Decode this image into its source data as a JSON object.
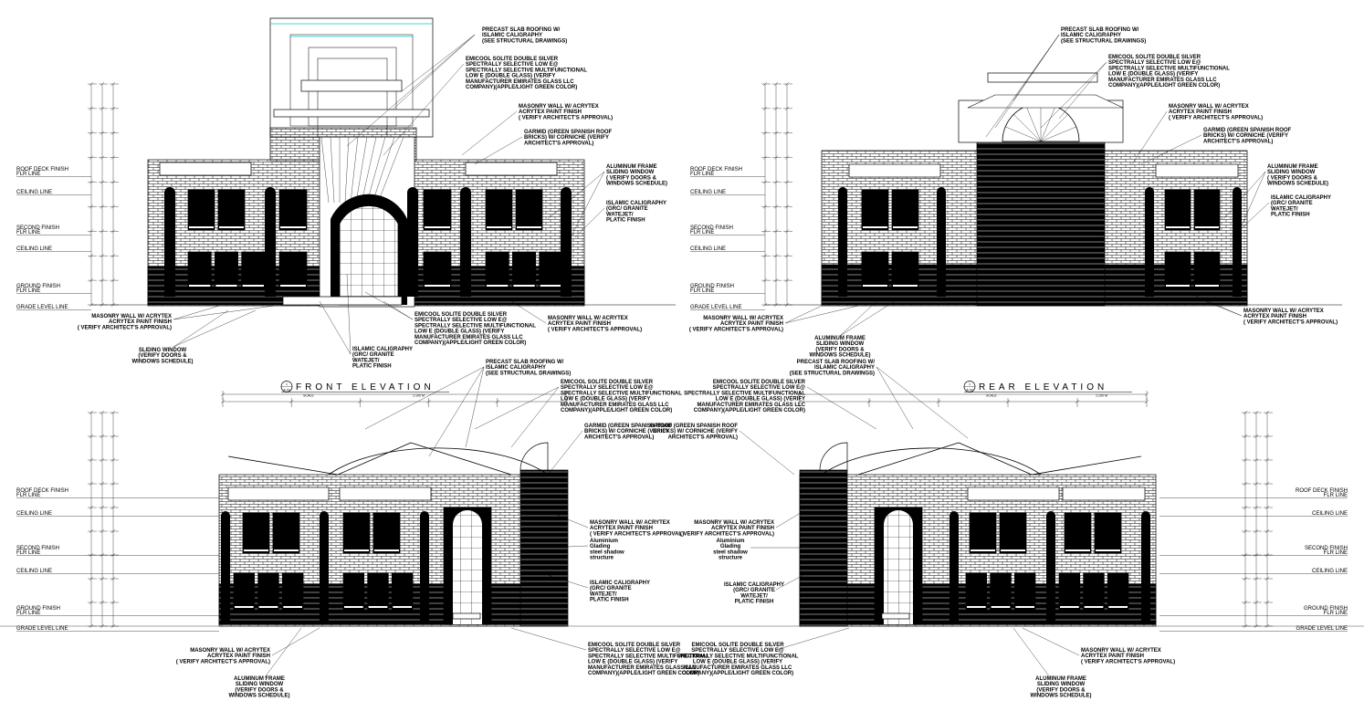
{
  "drawing": {
    "line_color": "#000000",
    "accent_color": "#00c8d8",
    "level_labels": {
      "roof_deck": [
        "ROOF DECK FINISH",
        "FLR LINE"
      ],
      "ceiling": "CEILING LINE",
      "second": [
        "SECOND FINISH",
        "FLR LINE"
      ],
      "ground": [
        "GROUND FINISH",
        "FLR LINE"
      ],
      "grade": "GRADE LEVEL LINE"
    },
    "views": [
      {
        "id": "front-elevation",
        "title": "FRONT ELEVATION",
        "callout": "1",
        "callout_ref": "A-03",
        "scale": "SCALE",
        "scale_value": "1:100 M",
        "annotations": [
          {
            "id": "precast",
            "lines": [
              "PRECAST SLAB ROOFING W/",
              "ISLAMIC CALIGRAPHY",
              "(SEE STRUCTURAL DRAWINGS)"
            ]
          },
          {
            "id": "emicool",
            "lines": [
              "EMICOOL SOLITE DOUBLE SILVER",
              "SPECTRALLY SELECTIVE LOW E@",
              "SPECTRALLY SELECTIVE MULTIFUNCTIONAL",
              "LOW E (DOUBLE GLASS) (VERIFY",
              "MANUFACTURER EMIRATES GLASS LLC",
              "COMPANY)(APPLE/LIGHT GREEN COLOR)"
            ]
          },
          {
            "id": "masonry-top",
            "lines": [
              "MASONRY WALL W/ ACRYTEX",
              "ACRYTEX PAINT FINISH",
              "( VERIFY ARCHITECT'S APPROVAL)"
            ]
          },
          {
            "id": "garmid",
            "lines": [
              "GARMID (GREEN SPANISH ROOF",
              "BRICKS) W/ CORNICHE (VERIFY",
              "ARCHITECT'S APPROVAL)"
            ]
          },
          {
            "id": "aluminum",
            "lines": [
              "ALUMINUM FRAME",
              "SLIDING WINDOW",
              "( VERIFY DOORS &",
              "WINDOWS SCHEDULE)"
            ]
          },
          {
            "id": "caligraphy",
            "lines": [
              "ISLAMIC CALIGRAPHY",
              "(GRC/ GRANITE",
              "WATEJET/",
              "PLATIC FINISH"
            ]
          },
          {
            "id": "masonry-left",
            "lines": [
              "MASONRY WALL W/ ACRYTEX",
              "ACRYTEX PAINT FINISH",
              "( VERIFY ARCHITECT'S APPROVAL)"
            ]
          },
          {
            "id": "sliding",
            "lines": [
              "SLIDING WINDOW",
              "(VERIFY DOORS &",
              "WINDOWS SCHEDULE)"
            ]
          },
          {
            "id": "caligraphy-bottom",
            "lines": [
              "ISLAMIC CALIGRAPHY",
              "(GRC/ GRANITE",
              "WATEJET/",
              "PLATIC FINISH"
            ]
          },
          {
            "id": "emicool-bottom",
            "lines": [
              "EMICOOL SOLITE DOUBLE SILVER",
              "SPECTRALLY SELECTIVE LOW E@",
              "SPECTRALLY SELECTIVE MULTIFUNCTIONAL",
              "LOW E (DOUBLE GLASS) (VERIFY",
              "MANUFACTURER EMIRATES GLASS LLC",
              "COMPANY)(APPLE/LIGHT GREEN COLOR)"
            ]
          },
          {
            "id": "masonry-bottom",
            "lines": [
              "MASONRY WALL W/ ACRYTEX",
              "ACRYTEX PAINT FINISH",
              "( VERIFY ARCHITECT'S APPROVAL)"
            ]
          }
        ]
      },
      {
        "id": "rear-elevation",
        "title": "REAR ELEVATION",
        "callout": "1",
        "callout_ref": "A-03",
        "scale": "SCALE",
        "scale_value": "1:100 M",
        "annotations": [
          {
            "id": "precast",
            "lines": [
              "PRECAST SLAB ROOFING W/",
              "ISLAMIC CALIGRAPHY",
              "(SEE STRUCTURAL DRAWINGS)"
            ]
          },
          {
            "id": "emicool",
            "lines": [
              "EMICOOL SOLITE DOUBLE SILVER",
              "SPECTRALLY SELECTIVE LOW E@",
              "SPECTRALLY SELECTIVE MULTIFUNCTIONAL",
              "LOW E (DOUBLE GLASS) (VERIFY",
              "MANUFACTURER EMIRATES GLASS LLC",
              "COMPANY)(APPLE/LIGHT GREEN COLOR)"
            ]
          },
          {
            "id": "masonry-top",
            "lines": [
              "MASONRY WALL W/ ACRYTEX",
              "ACRYTEX PAINT FINISH",
              "( VERIFY ARCHITECT'S APPROVAL)"
            ]
          },
          {
            "id": "garmid",
            "lines": [
              "GARMID (GREEN SPANISH ROOF",
              "BRICKS) W/ CORNICHE (VERIFY",
              "ARCHITECT'S APPROVAL)"
            ]
          },
          {
            "id": "aluminum",
            "lines": [
              "ALUMINUM FRAME",
              "SLIDING WINDOW",
              "( VERIFY DOORS &",
              "WINDOWS SCHEDULE)"
            ]
          },
          {
            "id": "caligraphy",
            "lines": [
              "ISLAMIC CALIGRAPHY",
              "(GRC/ GRANITE",
              "WATEJET/",
              "PLATIC FINISH"
            ]
          },
          {
            "id": "masonry-left",
            "lines": [
              "MASONRY WALL W/ ACRYTEX",
              "ACRYTEX PAINT FINISH",
              "( VERIFY ARCHITECT'S APPROVAL)"
            ]
          },
          {
            "id": "aluminum-bottom",
            "lines": [
              "ALUMINUM FRAME",
              "SLIDING WINDOW",
              "(VERIFY DOORS &",
              "WINDOWS SCHEDULE)"
            ]
          },
          {
            "id": "masonry-right",
            "lines": [
              "MASONRY WALL W/ ACRYTEX",
              "ACRYTEX PAINT FINISH",
              "( VERIFY ARCHITECT'S APPROVAL)"
            ]
          }
        ]
      },
      {
        "id": "left-side-elevation",
        "title": "",
        "annotations": [
          {
            "id": "precast",
            "lines": [
              "PRECAST SLAB ROOFING W/",
              "ISLAMIC CALIGRAPHY",
              "(SEE STRUCTURAL DRAWINGS)"
            ]
          },
          {
            "id": "emicool",
            "lines": [
              "EMICOOL SOLITE DOUBLE SILVER",
              "SPECTRALLY SELECTIVE LOW E@",
              "SPECTRALLY SELECTIVE MULTIFUNCTIONAL",
              "LOW E (DOUBLE GLASS) (VERIFY",
              "MANUFACTURER EMIRATES GLASS LLC",
              "COMPANY)(APPLE/LIGHT GREEN COLOR)"
            ]
          },
          {
            "id": "garmid",
            "lines": [
              "GARMID (GREEN SPANISH ROOF",
              "BRICKS) W/ CORNICHE (VERIFY",
              "ARCHITECT'S APPROVAL)"
            ]
          },
          {
            "id": "masonry",
            "lines": [
              "MASONRY WALL W/ ACRYTEX",
              "ACRYTEX PAINT FINISH",
              "( VERIFY ARCHITECT'S APPROVAL)"
            ]
          },
          {
            "id": "aluminium",
            "lines": [
              "Aluminium",
              "Glading",
              "steel shadow",
              "structure"
            ]
          },
          {
            "id": "caligraphy",
            "lines": [
              "ISLAMIC CALIGRAPHY",
              "(GRC/ GRANITE",
              "WATEJET/",
              "PLATIC FINISH"
            ]
          },
          {
            "id": "masonry-bottom",
            "lines": [
              "MASONRY WALL W/ ACRYTEX",
              "ACRYTEX PAINT FINISH",
              "( VERIFY ARCHITECT'S APPROVAL)"
            ]
          },
          {
            "id": "aluminum-bottom",
            "lines": [
              "ALUMINUM FRAME",
              "SLIDING WINDOW",
              "(VERIFY DOORS &",
              "WINDOWS SCHEDULE)"
            ]
          },
          {
            "id": "emicool-bottom",
            "lines": [
              "EMICOOL SOLITE DOUBLE SILVER",
              "SPECTRALLY SELECTIVE LOW E@",
              "SPECTRALLY SELECTIVE MULTIFUNCTIONAL",
              "LOW E (DOUBLE GLASS) (VERIFY",
              "MANUFACTURER EMIRATES GLASS LLC",
              "COMPANY)(APPLE/LIGHT GREEN COLOR)"
            ]
          }
        ]
      },
      {
        "id": "right-side-elevation",
        "title": "",
        "annotations": [
          {
            "id": "garmid",
            "lines": [
              "GARMID (GREEN SPANISH ROOF",
              "BRICKS) W/ CORNICHE (VERIFY",
              "ARCHITECT'S APPROVAL)"
            ]
          },
          {
            "id": "masonry",
            "lines": [
              "MASONRY WALL W/ ACRYTEX",
              "ACRYTEX PAINT FINISH",
              "( VERIFY ARCHITECT'S APPROVAL)"
            ]
          },
          {
            "id": "aluminium",
            "lines": [
              "Aluminium",
              "Glading",
              "steel shadow",
              "structure"
            ]
          },
          {
            "id": "caligraphy",
            "lines": [
              "ISLAMIC CALIGRAPHY",
              "(GRC/ GRANITE",
              "WATEJET/",
              "PLATIC FINISH"
            ]
          },
          {
            "id": "emicool-bottom",
            "lines": [
              "EMICOOL SOLITE DOUBLE SILVER",
              "SPECTRALLY SELECTIVE LOW E@",
              "SPECTRALLY SELECTIVE MULTIFUNCTIONAL",
              "LOW E (DOUBLE GLASS) (VERIFY",
              "MANUFACTURER EMIRATES GLASS LLC",
              "COMPANY)(APPLE/LIGHT GREEN COLOR)"
            ]
          },
          {
            "id": "masonry-bottom",
            "lines": [
              "MASONRY WALL W/ ACRYTEX",
              "ACRYTEX PAINT FINISH",
              "( VERIFY ARCHITECT'S APPROVAL)"
            ]
          },
          {
            "id": "aluminum-bottom",
            "lines": [
              "ALUMINUM FRAME",
              "SLIDING WINDOW",
              "(VERIFY DOORS &",
              "WINDOWS SCHEDULE)"
            ]
          }
        ]
      }
    ]
  }
}
